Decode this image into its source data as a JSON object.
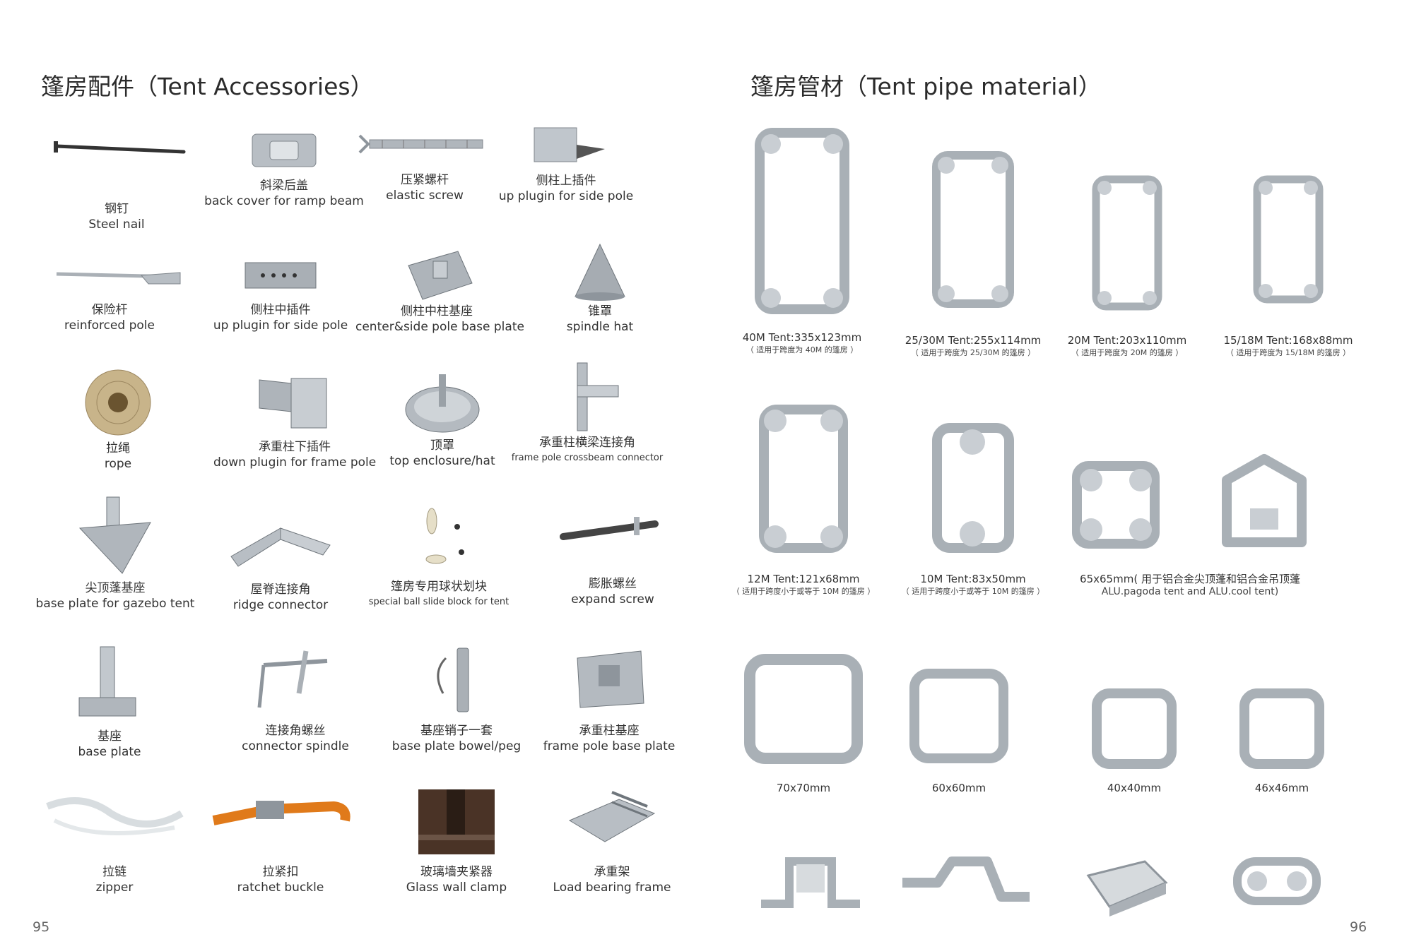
{
  "left": {
    "title": "篷房配件（Tent Accessories）",
    "page_number": "95",
    "items": [
      {
        "cn": "钢钉",
        "en": "Steel nail"
      },
      {
        "cn": "斜梁后盖",
        "en": "back cover for ramp beam"
      },
      {
        "cn": "压紧螺杆",
        "en": "elastic screw"
      },
      {
        "cn": "侧柱上插件",
        "en": "up plugin for side pole"
      },
      {
        "cn": "保险杆",
        "en": "reinforced pole"
      },
      {
        "cn": "侧柱中插件",
        "en": "up plugin for side pole"
      },
      {
        "cn": "侧柱中柱基座",
        "en": "center&side pole base plate"
      },
      {
        "cn": "锥罩",
        "en": "spindle hat"
      },
      {
        "cn": "拉绳",
        "en": "rope"
      },
      {
        "cn": "承重柱下插件",
        "en": "down plugin for frame pole"
      },
      {
        "cn": "顶罩",
        "en": "top enclosure/hat"
      },
      {
        "cn": "承重柱横梁连接角",
        "en": "frame pole crossbeam connector"
      },
      {
        "cn": "尖顶蓬基座",
        "en": "base plate for gazebo tent"
      },
      {
        "cn": "屋脊连接角",
        "en": "ridge connector"
      },
      {
        "cn": "篷房专用球状划块",
        "en": "special ball slide block for tent"
      },
      {
        "cn": "膨胀螺丝",
        "en": "expand screw"
      },
      {
        "cn": "基座",
        "en": "base plate"
      },
      {
        "cn": "连接角螺丝",
        "en": "connector spindle"
      },
      {
        "cn": "基座销子一套",
        "en": "base plate bowel/peg"
      },
      {
        "cn": "承重柱基座",
        "en": "frame pole base plate"
      },
      {
        "cn": "拉链",
        "en": "zipper"
      },
      {
        "cn": "拉紧扣",
        "en": "ratchet buckle"
      },
      {
        "cn": "玻璃墙夹紧器",
        "en": "Glass wall clamp"
      },
      {
        "cn": "承重架",
        "en": "Load bearing frame"
      }
    ]
  },
  "right": {
    "title": "篷房管材（Tent pipe material）",
    "page_number": "96",
    "items": [
      {
        "label": "40M Tent:335x123mm",
        "note": "（ 适用于跨度为 40M 的篷房 ）"
      },
      {
        "label": "25/30M Tent:255x114mm",
        "note": "（ 适用于跨度为 25/30M 的篷房 ）"
      },
      {
        "label": "20M Tent:203x110mm",
        "note": "（ 适用于跨度为 20M 的篷房 ）"
      },
      {
        "label": "15/18M Tent:168x88mm",
        "note": "（ 适用于跨度为 15/18M 的篷房 ）"
      },
      {
        "label": "12M Tent:121x68mm",
        "note": "（ 适用于跨度小于或等于 10M 的篷房 ）"
      },
      {
        "label": "10M Tent:83x50mm",
        "note": "（ 适用于跨度小于或等于 10M 的篷房 ）"
      },
      {
        "label": "65x65mm( 用于铝合金尖顶蓬和铝合金吊顶蓬",
        "note": "ALU.pagoda tent and ALU.cool tent)"
      },
      {
        "label": "",
        "note": ""
      },
      {
        "label": "70x70mm",
        "note": ""
      },
      {
        "label": "60x60mm",
        "note": ""
      },
      {
        "label": "40x40mm",
        "note": ""
      },
      {
        "label": "46x46mm",
        "note": ""
      },
      {
        "label": "",
        "note": ""
      },
      {
        "label": "",
        "note": ""
      },
      {
        "label": "",
        "note": ""
      },
      {
        "label": "",
        "note": ""
      }
    ]
  },
  "colors": {
    "metal": "#c9ced3",
    "metal_dark": "#8e959c",
    "rope": "#c8b48a",
    "orange": "#e07a1a",
    "glass_frame": "#4a3326"
  }
}
